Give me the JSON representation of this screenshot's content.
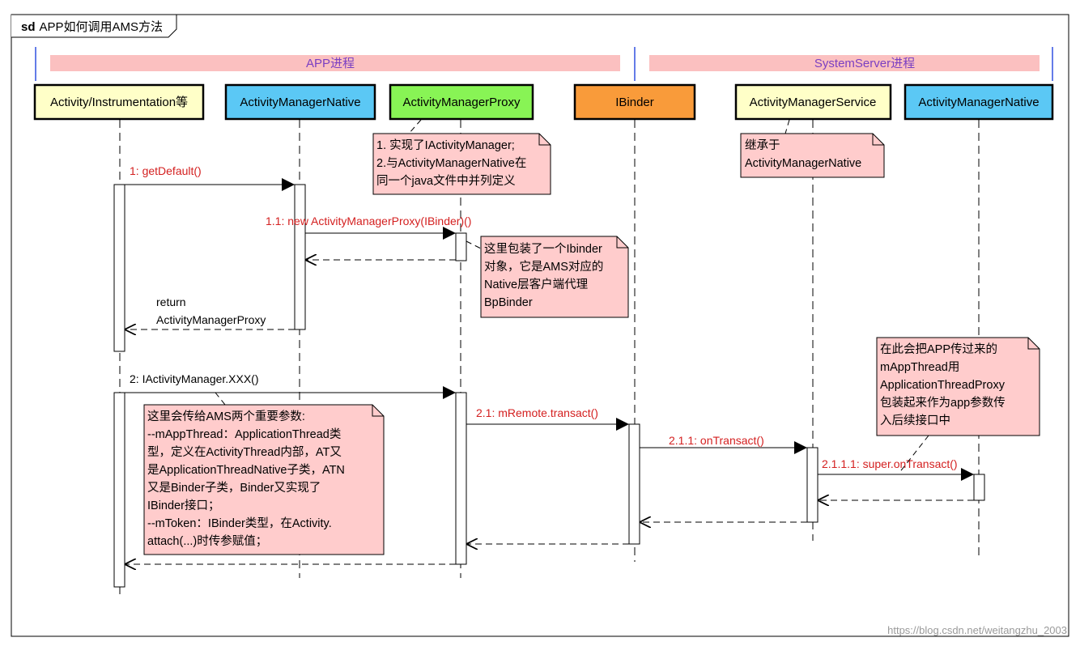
{
  "frame": {
    "prefix": "sd",
    "title": "APP如何调用AMS方法"
  },
  "partitions": [
    {
      "label": "APP进程"
    },
    {
      "label": "SystemServer进程"
    }
  ],
  "lifelines": [
    {
      "label": "Activity/Instrumentation等",
      "fill": "#ffffc8"
    },
    {
      "label": "ActivityManagerNative",
      "fill": "#5bc8f5"
    },
    {
      "label": "ActivityManagerProxy",
      "fill": "#88f455"
    },
    {
      "label": "IBinder",
      "fill": "#f99b3a"
    },
    {
      "label": "ActivityManagerService",
      "fill": "#ffffc8"
    },
    {
      "label": "ActivityManagerNative",
      "fill": "#5bc8f5"
    }
  ],
  "messages": [
    {
      "label": "1: getDefault()"
    },
    {
      "label": "1.1: new ActivityManagerProxy(IBinder)()"
    },
    {
      "label": "2: IActivityManager.XXX()"
    },
    {
      "label": "2.1: mRemote.transact()"
    },
    {
      "label": "2.1.1: onTransact()"
    },
    {
      "label": "2.1.1.1: super.onTransact()"
    }
  ],
  "returns": [
    {
      "lines": [
        "return",
        "ActivityManagerProxy"
      ]
    }
  ],
  "notes": [
    {
      "lines": [
        "1. 实现了IActivityManager;",
        "2.与ActivityManagerNative在",
        "同一个java文件中并列定义"
      ]
    },
    {
      "lines": [
        "继承于",
        "ActivityManagerNative"
      ]
    },
    {
      "lines": [
        "这里包装了一个Ibinder",
        "对象，它是AMS对应的",
        "Native层客户端代理",
        "BpBinder"
      ]
    },
    {
      "lines": [
        "在此会把APP传过来的",
        "mAppThread用",
        "ApplicationThreadProxy",
        "包装起来作为app参数传",
        "入后续接口中"
      ]
    },
    {
      "lines": [
        "这里会传给AMS两个重要参数:",
        "--mAppThread：ApplicationThread类",
        "型，定义在ActivityThread内部，AT又",
        "是ApplicationThreadNative子类，ATN",
        "又是Binder子类，Binder又实现了",
        "IBinder接口；",
        "--mToken：IBinder类型，在Activity.",
        "attach(...)时传参赋值；"
      ]
    }
  ],
  "watermark": "https://blog.csdn.net/weitangzhu_2003",
  "colors": {
    "note_fill": "#ffcccc",
    "message_text": "#d42020",
    "partition_bar": "#fbc0c0",
    "partition_text": "#7b3fc2"
  }
}
